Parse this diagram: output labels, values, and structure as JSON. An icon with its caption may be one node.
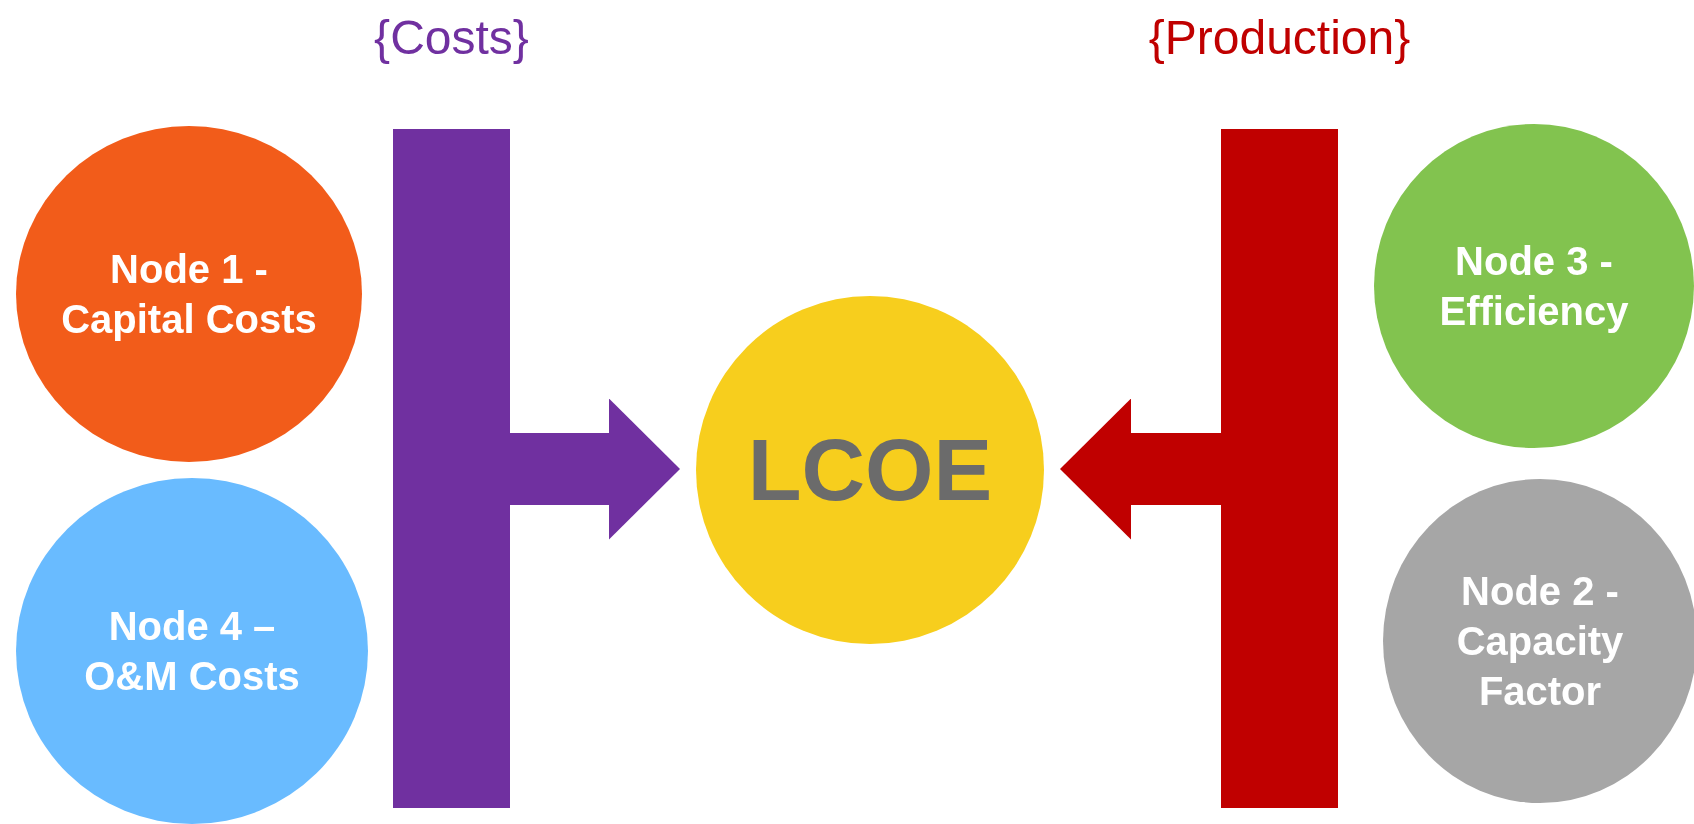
{
  "diagram": {
    "nodes": [
      {
        "text": [
          "{Costs}"
        ]
      },
      {
        "text": [
          "{Production}"
        ]
      },
      {
        "text": [
          "Node 1 - Capital Costs"
        ]
      },
      {
        "text": [
          "Node 3 - Efficiency"
        ]
      },
      {
        "text": [
          "LCOE"
        ]
      },
      {
        "text": [
          "Node 4 – O&M Costs"
        ]
      },
      {
        "text": [
          "Node 2 - Capacity Factor"
        ]
      }
    ],
    "edges": [
      {
        "from": 0,
        "to": 4,
        "arrow": "to",
        "color": "#7030a0"
      },
      {
        "from": 1,
        "to": 4,
        "arrow": "to",
        "color": "#c00000"
      }
    ]
  }
}
